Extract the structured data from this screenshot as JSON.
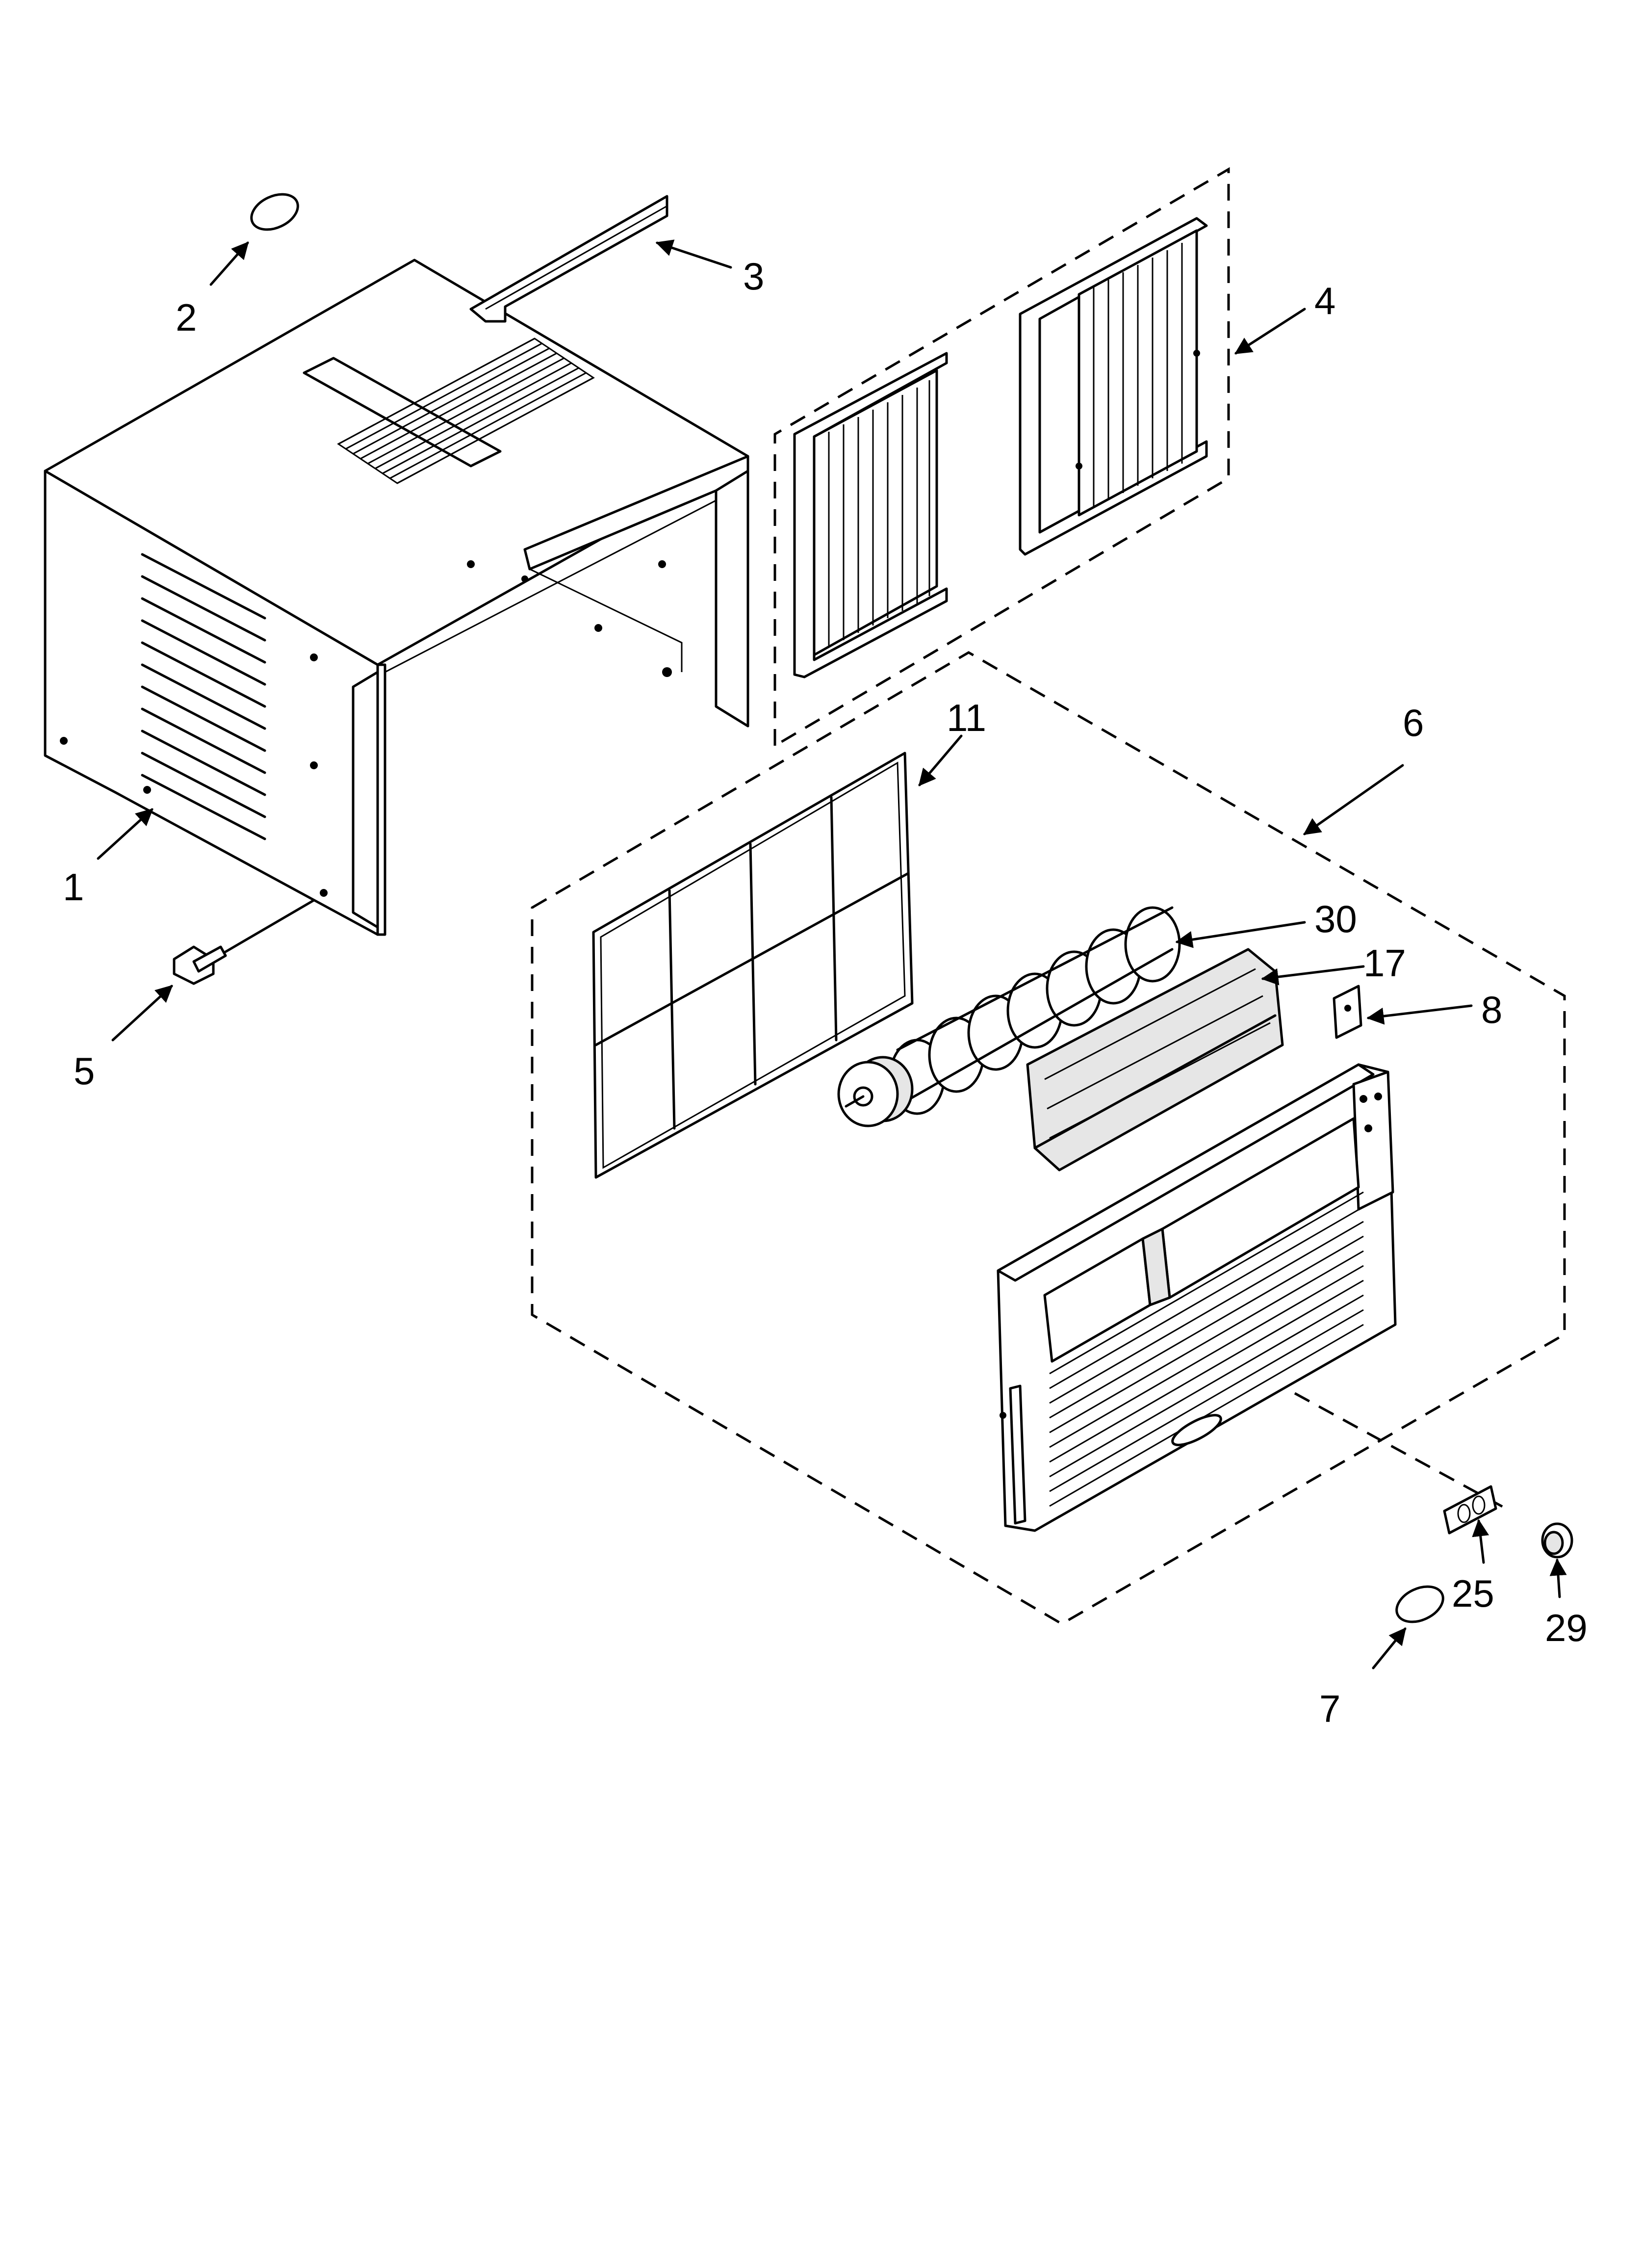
{
  "callouts": {
    "c1": "1",
    "c2": "2",
    "c3": "3",
    "c4": "4",
    "c5": "5",
    "c6": "6",
    "c7": "7",
    "c8": "8",
    "c11": "11",
    "c17": "17",
    "c25": "25",
    "c29": "29",
    "c30": "30"
  }
}
